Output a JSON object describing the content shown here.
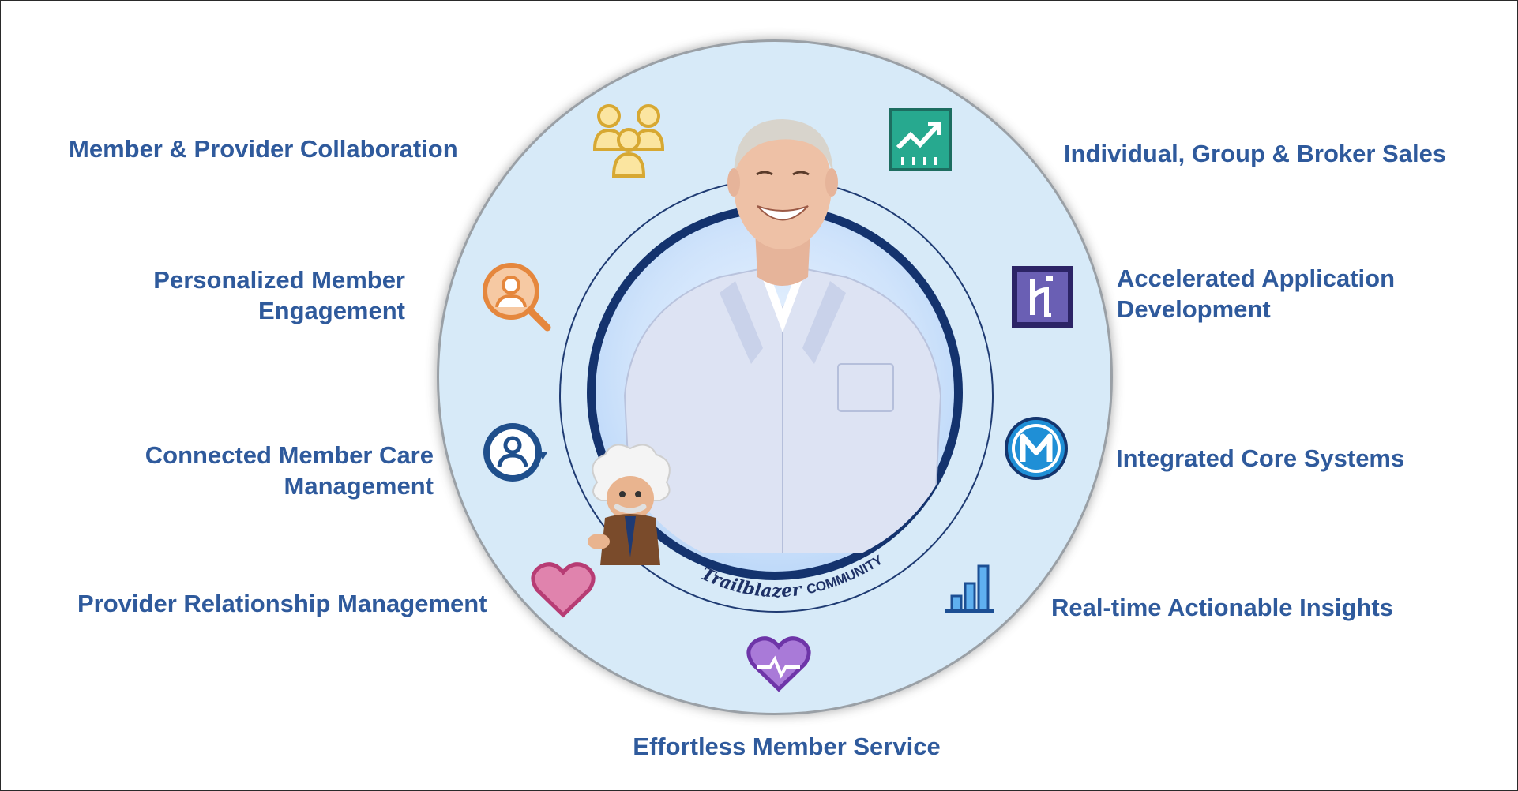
{
  "labels": {
    "member_provider_collaboration": "Member & Provider Collaboration",
    "personalized_engagement": [
      "Personalized Member",
      "Engagement"
    ],
    "connected_care": [
      "Connected Member Care",
      "Management"
    ],
    "provider_relationship": "Provider Relationship Management",
    "effortless_service": "Effortless Member Service",
    "individual_group_broker": "Individual, Group & Broker Sales",
    "accelerated_app_dev": [
      "Accelerated Application",
      "Development"
    ],
    "integrated_core": "Integrated Core Systems",
    "realtime_insights": "Real-time Actionable Insights"
  },
  "badge": {
    "brand": "Trailblazer",
    "community": "COMMUNITY"
  },
  "icons": [
    "people-group-icon",
    "person-search-icon",
    "person-sync-icon",
    "heart-icon",
    "heart-pulse-icon",
    "trend-chart-icon",
    "heroku-logo-icon",
    "mulesoft-logo-icon",
    "bar-chart-icon"
  ],
  "colors": {
    "label_text": "#2f5a9c",
    "circle_fill": "#d7eaf8",
    "ring_navy": "#14336e",
    "people_icon": "#e2b84b",
    "search_icon": "#e5873d",
    "sync_icon": "#1f4f8c",
    "heart_pink": "#c84e82",
    "heart_purple": "#7d46b3",
    "trend_teal": "#1f8a77",
    "heroku_purple": "#3d2f86",
    "mulesoft_blue": "#1f8fd6",
    "bar_blue": "#1e6fbf"
  }
}
